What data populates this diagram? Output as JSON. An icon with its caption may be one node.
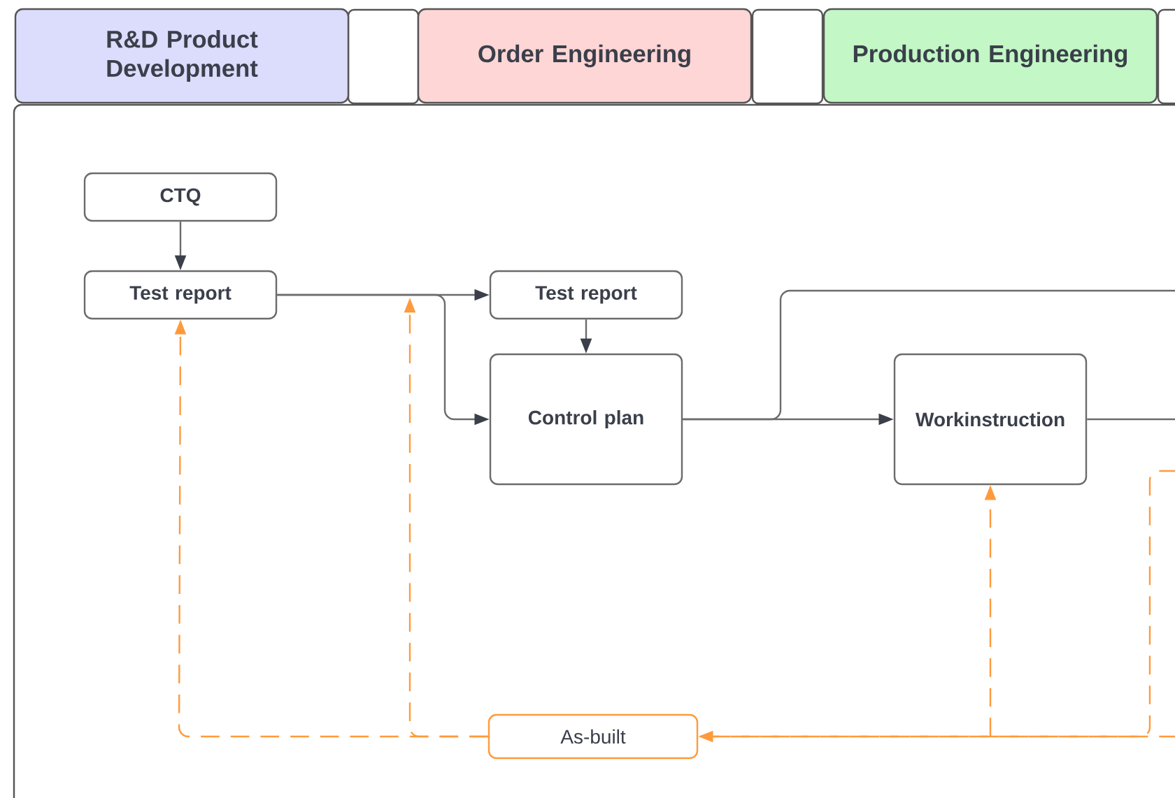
{
  "diagram": {
    "nodes": [
      {
        "text": [
          "R&D Product Development"
        ]
      },
      {
        "text": [
          "Order Engineering"
        ]
      },
      {
        "text": [
          "Production Engineering"
        ]
      },
      {
        "text": [
          "CTQ"
        ]
      },
      {
        "text": [
          "Test report"
        ]
      },
      {
        "text": [
          "Test report"
        ]
      },
      {
        "text": [
          "Control plan"
        ]
      },
      {
        "text": [
          "Workinstruction"
        ]
      },
      {
        "text": [
          "As-built"
        ]
      }
    ],
    "edges": [
      {
        "from": 3,
        "to": 4,
        "arrow": "to"
      },
      {
        "from": 4,
        "to": 5,
        "arrow": "to"
      },
      {
        "from": 4,
        "to": 6,
        "arrow": "to"
      },
      {
        "from": 5,
        "to": 6,
        "arrow": "to"
      },
      {
        "from": 6,
        "to": 7,
        "arrow": "to"
      },
      {
        "from": 6,
        "to": null,
        "arrow": "none"
      },
      {
        "from": 7,
        "to": null,
        "arrow": "none"
      },
      {
        "from": 8,
        "to": 4,
        "arrow": "to",
        "style": "dashed",
        "color": "#ff9a3c"
      },
      {
        "from": 8,
        "to": null,
        "arrow": "to",
        "style": "dashed",
        "color": "#ff9a3c"
      },
      {
        "from": null,
        "to": 8,
        "arrow": "to",
        "style": "dashed",
        "color": "#ff9a3c"
      },
      {
        "from": null,
        "to": 8,
        "arrow": "none",
        "style": "dashed",
        "color": "#ff9a3c"
      },
      {
        "from": null,
        "to": 7,
        "arrow": "to",
        "style": "dashed",
        "color": "#ff9a3c"
      }
    ]
  }
}
